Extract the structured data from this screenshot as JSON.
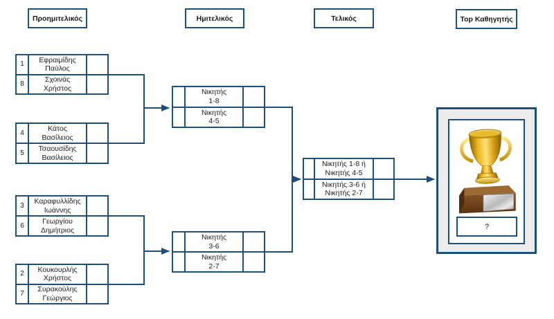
{
  "colors": {
    "accent": "#1F4E79",
    "text": "#1a1a1a",
    "panel_bg": "#ECECEC",
    "page_bg": "#FFFFFF"
  },
  "headers": {
    "quarterfinal": "Προημιτελικός",
    "semifinal": "Ημιτελικός",
    "final": "Τελικός",
    "champion": "Top Καθηγητής"
  },
  "qf": [
    {
      "rows": [
        {
          "seed": "1",
          "lines": [
            "Εφραιμίδης",
            "Παύλος"
          ]
        },
        {
          "seed": "8",
          "lines": [
            "Σχοινάς",
            "Χρήστος"
          ]
        }
      ]
    },
    {
      "rows": [
        {
          "seed": "4",
          "lines": [
            "Κάτος",
            "Βασίλειος"
          ]
        },
        {
          "seed": "5",
          "lines": [
            "Τσαουσίδης",
            "Βασίλειος"
          ]
        }
      ]
    },
    {
      "rows": [
        {
          "seed": "3",
          "lines": [
            "Καραφυλλίδης",
            "Ιωάννης"
          ]
        },
        {
          "seed": "6",
          "lines": [
            "Γεωργίου",
            "Δημήτριος"
          ]
        }
      ]
    },
    {
      "rows": [
        {
          "seed": "2",
          "lines": [
            "Κουκουρλής",
            "Χρήστος"
          ]
        },
        {
          "seed": "7",
          "lines": [
            "Συρακούλης",
            "Γεώργιος"
          ]
        }
      ]
    }
  ],
  "sf": [
    {
      "rows": [
        {
          "lines": [
            "Νικητής",
            "1-8"
          ]
        },
        {
          "lines": [
            "Νικητής",
            "4-5"
          ]
        }
      ]
    },
    {
      "rows": [
        {
          "lines": [
            "Νικητής",
            "3-6"
          ]
        },
        {
          "lines": [
            "Νικητής",
            "2-7"
          ]
        }
      ]
    }
  ],
  "final": {
    "rows": [
      {
        "lines": [
          "Νικητής 1-8 ή",
          "Νικητής 4-5"
        ]
      },
      {
        "lines": [
          "Νικητής 3-6 ή",
          "Νικητής 2-7"
        ]
      }
    ]
  },
  "winner": {
    "placeholder": "?",
    "trophy_icon": "gold-trophy"
  }
}
